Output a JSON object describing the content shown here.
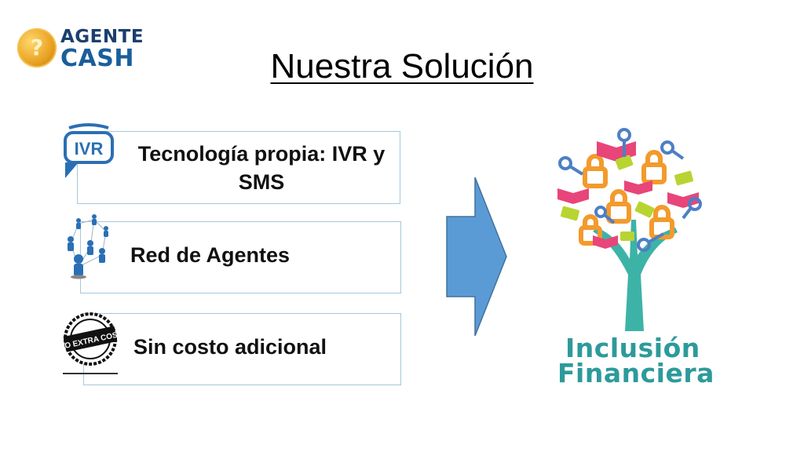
{
  "logo": {
    "top": "AGENTE",
    "bottom": "CASH",
    "coin_mark": "?"
  },
  "title": "Nuestra Solución",
  "items": [
    {
      "label": "Tecnología propia: IVR y SMS",
      "icon": "ivr-chat-icon",
      "icon_text": "IVR"
    },
    {
      "label": "Red de Agentes",
      "icon": "agent-network-icon"
    },
    {
      "label": "Sin costo adicional",
      "icon": "no-extra-cost-stamp-icon",
      "icon_text": "NO EXTRA COST"
    }
  ],
  "result": {
    "line1": "Inclusión",
    "line2": "Financiera",
    "icon": "tree-of-keys-locks-books-icon"
  },
  "colors": {
    "arrow": "#5b9bd5",
    "teal": "#2d9a9b",
    "box_border": "#a7c7da"
  }
}
